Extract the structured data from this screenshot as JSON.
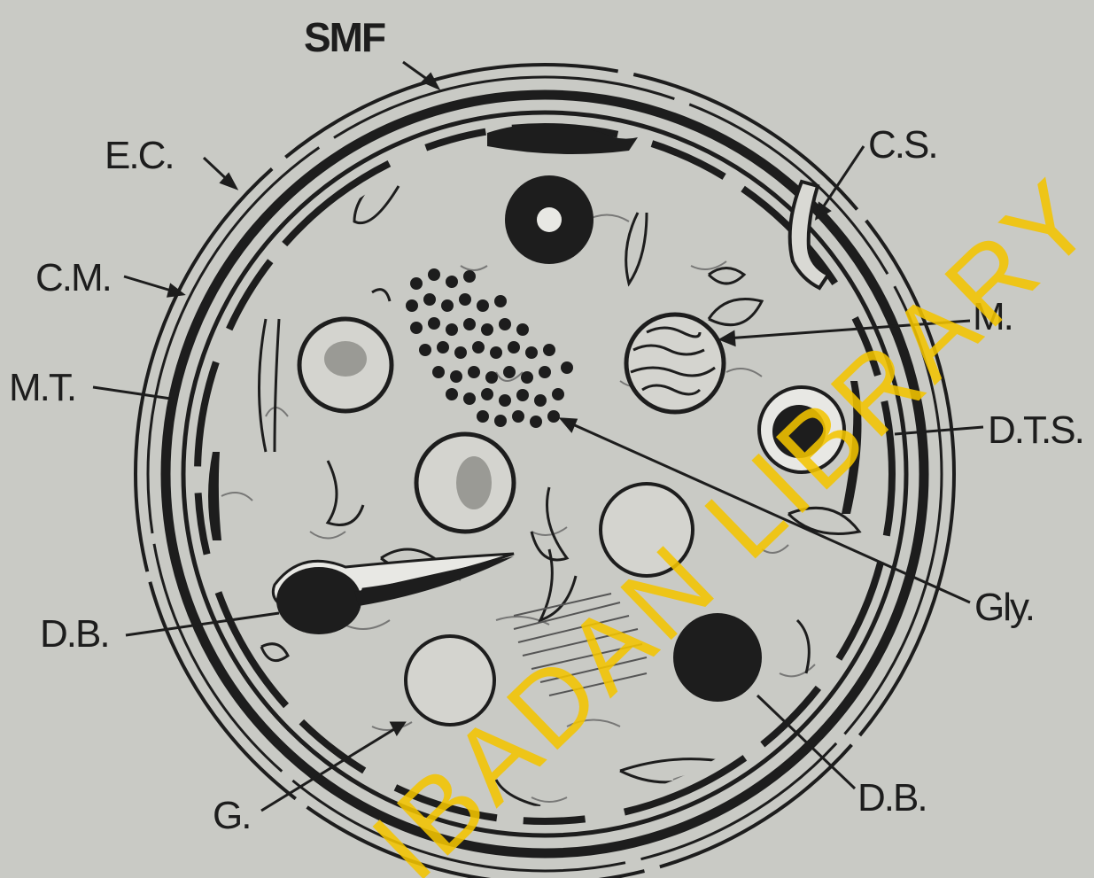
{
  "labels": {
    "smf": "SMF",
    "ec": "E.C.",
    "cm": "C.M.",
    "mt": "M.T.",
    "db_left": "D.B.",
    "g": "G.",
    "cs": "C.S.",
    "m": "M.",
    "dts": "D.T.S.",
    "gly": "Gly.",
    "db_right": "D.B."
  },
  "watermark": "IBADAN LIBRARY",
  "colors": {
    "background": "#c9cac5",
    "ink": "#1d1d1d",
    "watermark": "#f2c400"
  }
}
